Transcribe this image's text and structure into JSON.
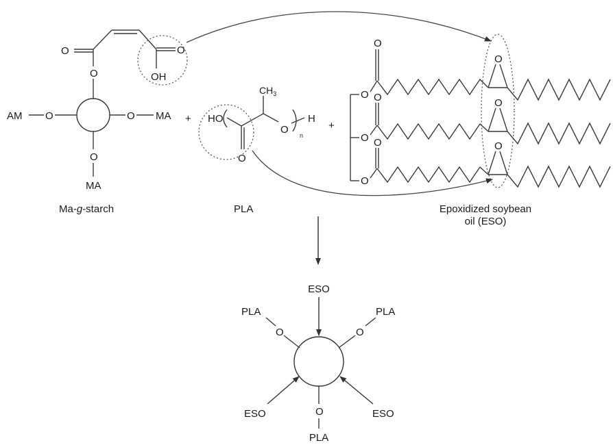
{
  "labels": {
    "ma_g_starch_prefix": "Ma-",
    "ma_g_starch_g": "g",
    "ma_g_starch_suffix": "-starch",
    "pla": "PLA",
    "eso_line1": "Epoxidized soybean",
    "eso_line2": "oil (ESO)"
  },
  "atoms": {
    "oxygen": "O",
    "hydroxyl": "OH",
    "ho": "HO",
    "hydrogen": "H",
    "ch": "CH",
    "ch_sub": "3",
    "repeat_n": "n",
    "am": "AM",
    "ma": "MA",
    "plus": "+"
  },
  "product": {
    "eso": "ESO",
    "pla": "PLA"
  }
}
